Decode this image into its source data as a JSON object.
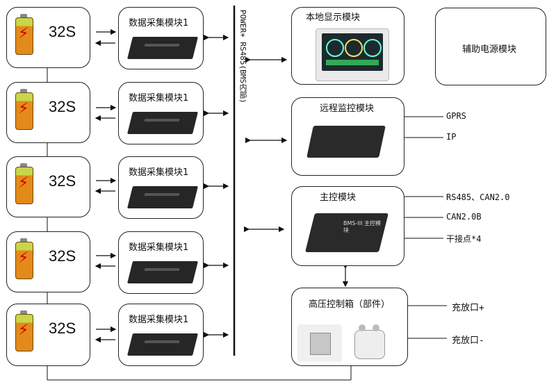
{
  "battery_label": "32S",
  "dau_label": "数据采集模块1",
  "bus_label": "POWER+ RS485(BMS内部)",
  "device_caption": "BMS-III 主控模块",
  "modules": {
    "display": "本地显示模块",
    "aux_power": "辅助电源模块",
    "remote": "远程监控模块",
    "master": "主控模块",
    "hv": "高压控制箱（部件）"
  },
  "remote_ports": [
    "GPRS",
    "IP"
  ],
  "master_ports": [
    "RS485、CAN2.0",
    "CAN2.0B",
    "干接点*4"
  ],
  "hv_ports": [
    "充放口+",
    "充放口-"
  ]
}
